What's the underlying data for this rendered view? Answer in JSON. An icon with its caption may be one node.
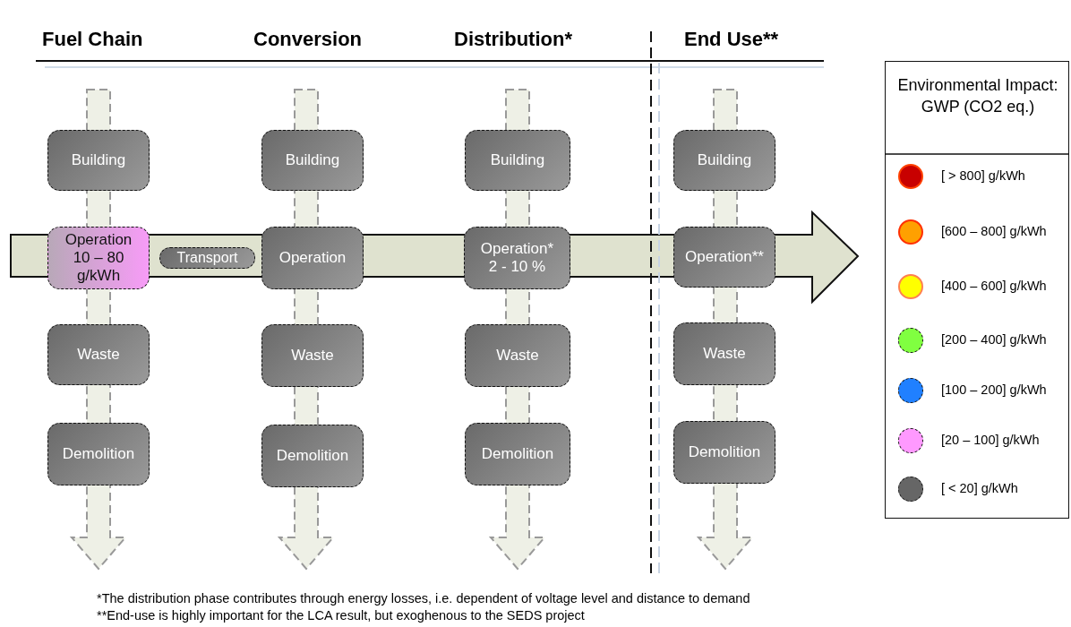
{
  "diagram": {
    "nodes": [
      {
        "text": [
          "Building"
        ]
      },
      {
        "text": [
          "Operation",
          "10 – 80 g/kWh"
        ]
      },
      {
        "text": [
          "Waste"
        ]
      },
      {
        "text": [
          "Demolition"
        ]
      },
      {
        "text": [
          "Transport"
        ]
      },
      {
        "text": [
          "Building"
        ]
      },
      {
        "text": [
          "Operation"
        ]
      },
      {
        "text": [
          "Waste"
        ]
      },
      {
        "text": [
          "Demolition"
        ]
      },
      {
        "text": [
          "Building"
        ]
      },
      {
        "text": [
          "Operation*",
          "2 - 10 %"
        ]
      },
      {
        "text": [
          "Waste"
        ]
      },
      {
        "text": [
          "Demolition"
        ]
      },
      {
        "text": [
          "Building"
        ]
      },
      {
        "text": [
          "Operation**"
        ]
      },
      {
        "text": [
          "Waste"
        ]
      },
      {
        "text": [
          "Demolition"
        ]
      }
    ],
    "edges": [],
    "labels": [
      "Fuel Chain",
      "Conversion",
      "Distribution*",
      "End Use**",
      "Environmental Impact: GWP (CO2 eq.)",
      "*The distribution phase contributes through energy losses, i.e. dependent of voltage level and distance to demand",
      "**End-use is highly important for the LCA result, but exoghenous to the SEDS project"
    ],
    "legend": [
      {
        "text": "[ > 800]  g/kWh",
        "color": "#c80000"
      },
      {
        "text": "[600 – 800] g/kWh",
        "color": "#ffa000"
      },
      {
        "text": "[400 – 600] g/kWh",
        "color": "#ffff00"
      },
      {
        "text": "[200 – 400] g/kWh",
        "color": "#80ff40"
      },
      {
        "text": "[100 – 200] g/kWh",
        "color": "#2080ff"
      },
      {
        "text": "[20 – 100] g/kWh",
        "color": "#ff99ff"
      },
      {
        "text": "[ < 20] g/kWh",
        "color": "#666666"
      }
    ]
  }
}
